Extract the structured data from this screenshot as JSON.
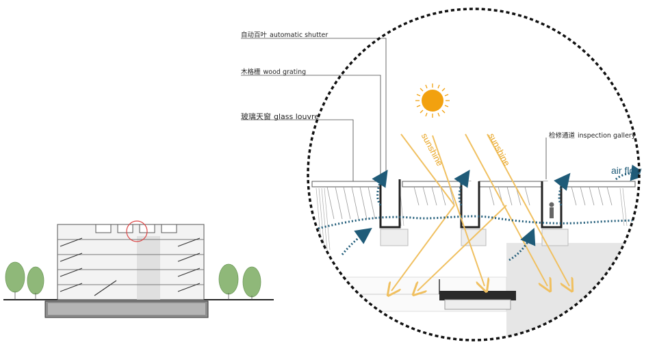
{
  "labels": {
    "shutter": {
      "cn": "自动百叶",
      "en": "automatic shutter"
    },
    "wood": {
      "cn": "木格栅",
      "en": "wood grating"
    },
    "glass": {
      "cn": "玻璃天窗",
      "en": "glass louvre"
    },
    "gallery": {
      "cn": "检修通道",
      "en": "inspection gallery"
    }
  },
  "sunshine_1": "sunshine",
  "sunshine_2": "sunshine",
  "air_flow": "air flow",
  "colors": {
    "sun": "#f2a10f",
    "ray": "#f0c060",
    "airflow": "#1f5b78",
    "tree": "#8fb879",
    "ground": "#555555"
  }
}
